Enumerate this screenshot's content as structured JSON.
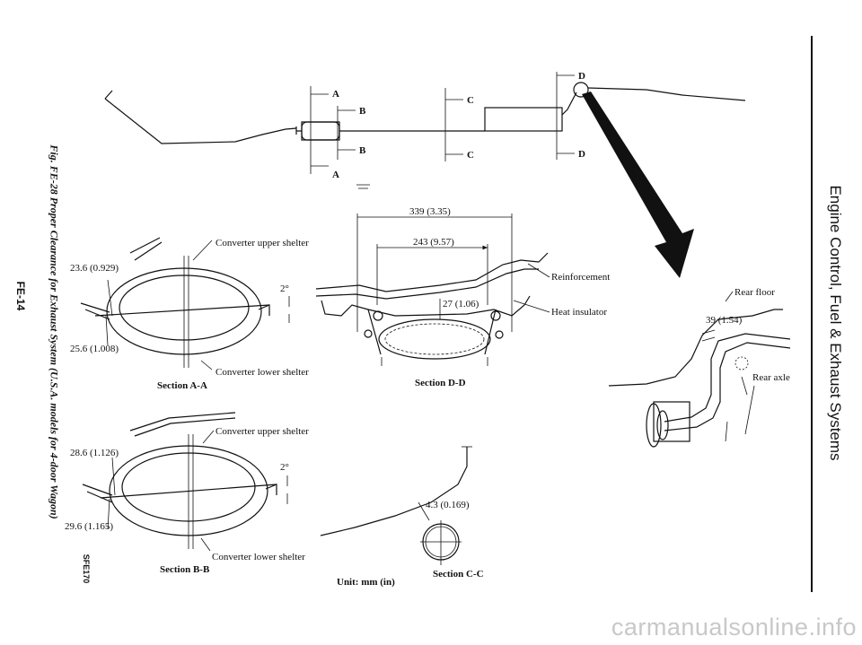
{
  "header": {
    "section_title": "Engine Control, Fuel & Exhaust Systems"
  },
  "footer": {
    "page_number": "FE-14",
    "figure_caption": "Fig. FE-28  Proper Clearance for Exhaust System (U.S.A. models for 4-door Wagon)",
    "figure_code": "SFE170",
    "watermark": "carmanualsonline.info"
  },
  "overview": {
    "section_marks": [
      "A",
      "B",
      "B",
      "A",
      "C",
      "C",
      "D",
      "D"
    ]
  },
  "section_aa": {
    "title": "Section A-A",
    "upper_shelter": "Converter upper shelter",
    "lower_shelter": "Converter lower shelter",
    "dim_upper": "23.6 (0.929)",
    "dim_lower": "25.6 (1.008)",
    "angle": "2°"
  },
  "section_bb": {
    "title": "Section B-B",
    "upper_shelter": "Converter upper shelter",
    "lower_shelter": "Converter lower shelter",
    "dim_upper": "28.6 (1.126)",
    "dim_lower": "29.6 (1.165)",
    "angle": "2°"
  },
  "section_dd": {
    "title": "Section D-D",
    "dim_outer": "339 (3.35)",
    "dim_inner": "243 (9.57)",
    "dim_gap": "27 (1.06)",
    "reinforcement": "Reinforcement",
    "heat_insulator": "Heat insulator"
  },
  "section_cc": {
    "title": "Section C-C",
    "dim": "4.3 (0.169)"
  },
  "rear": {
    "rear_floor": "Rear floor",
    "dim": "39 (1.54)",
    "rear_axle": "Rear axle"
  },
  "units": "Unit:  mm (in)"
}
